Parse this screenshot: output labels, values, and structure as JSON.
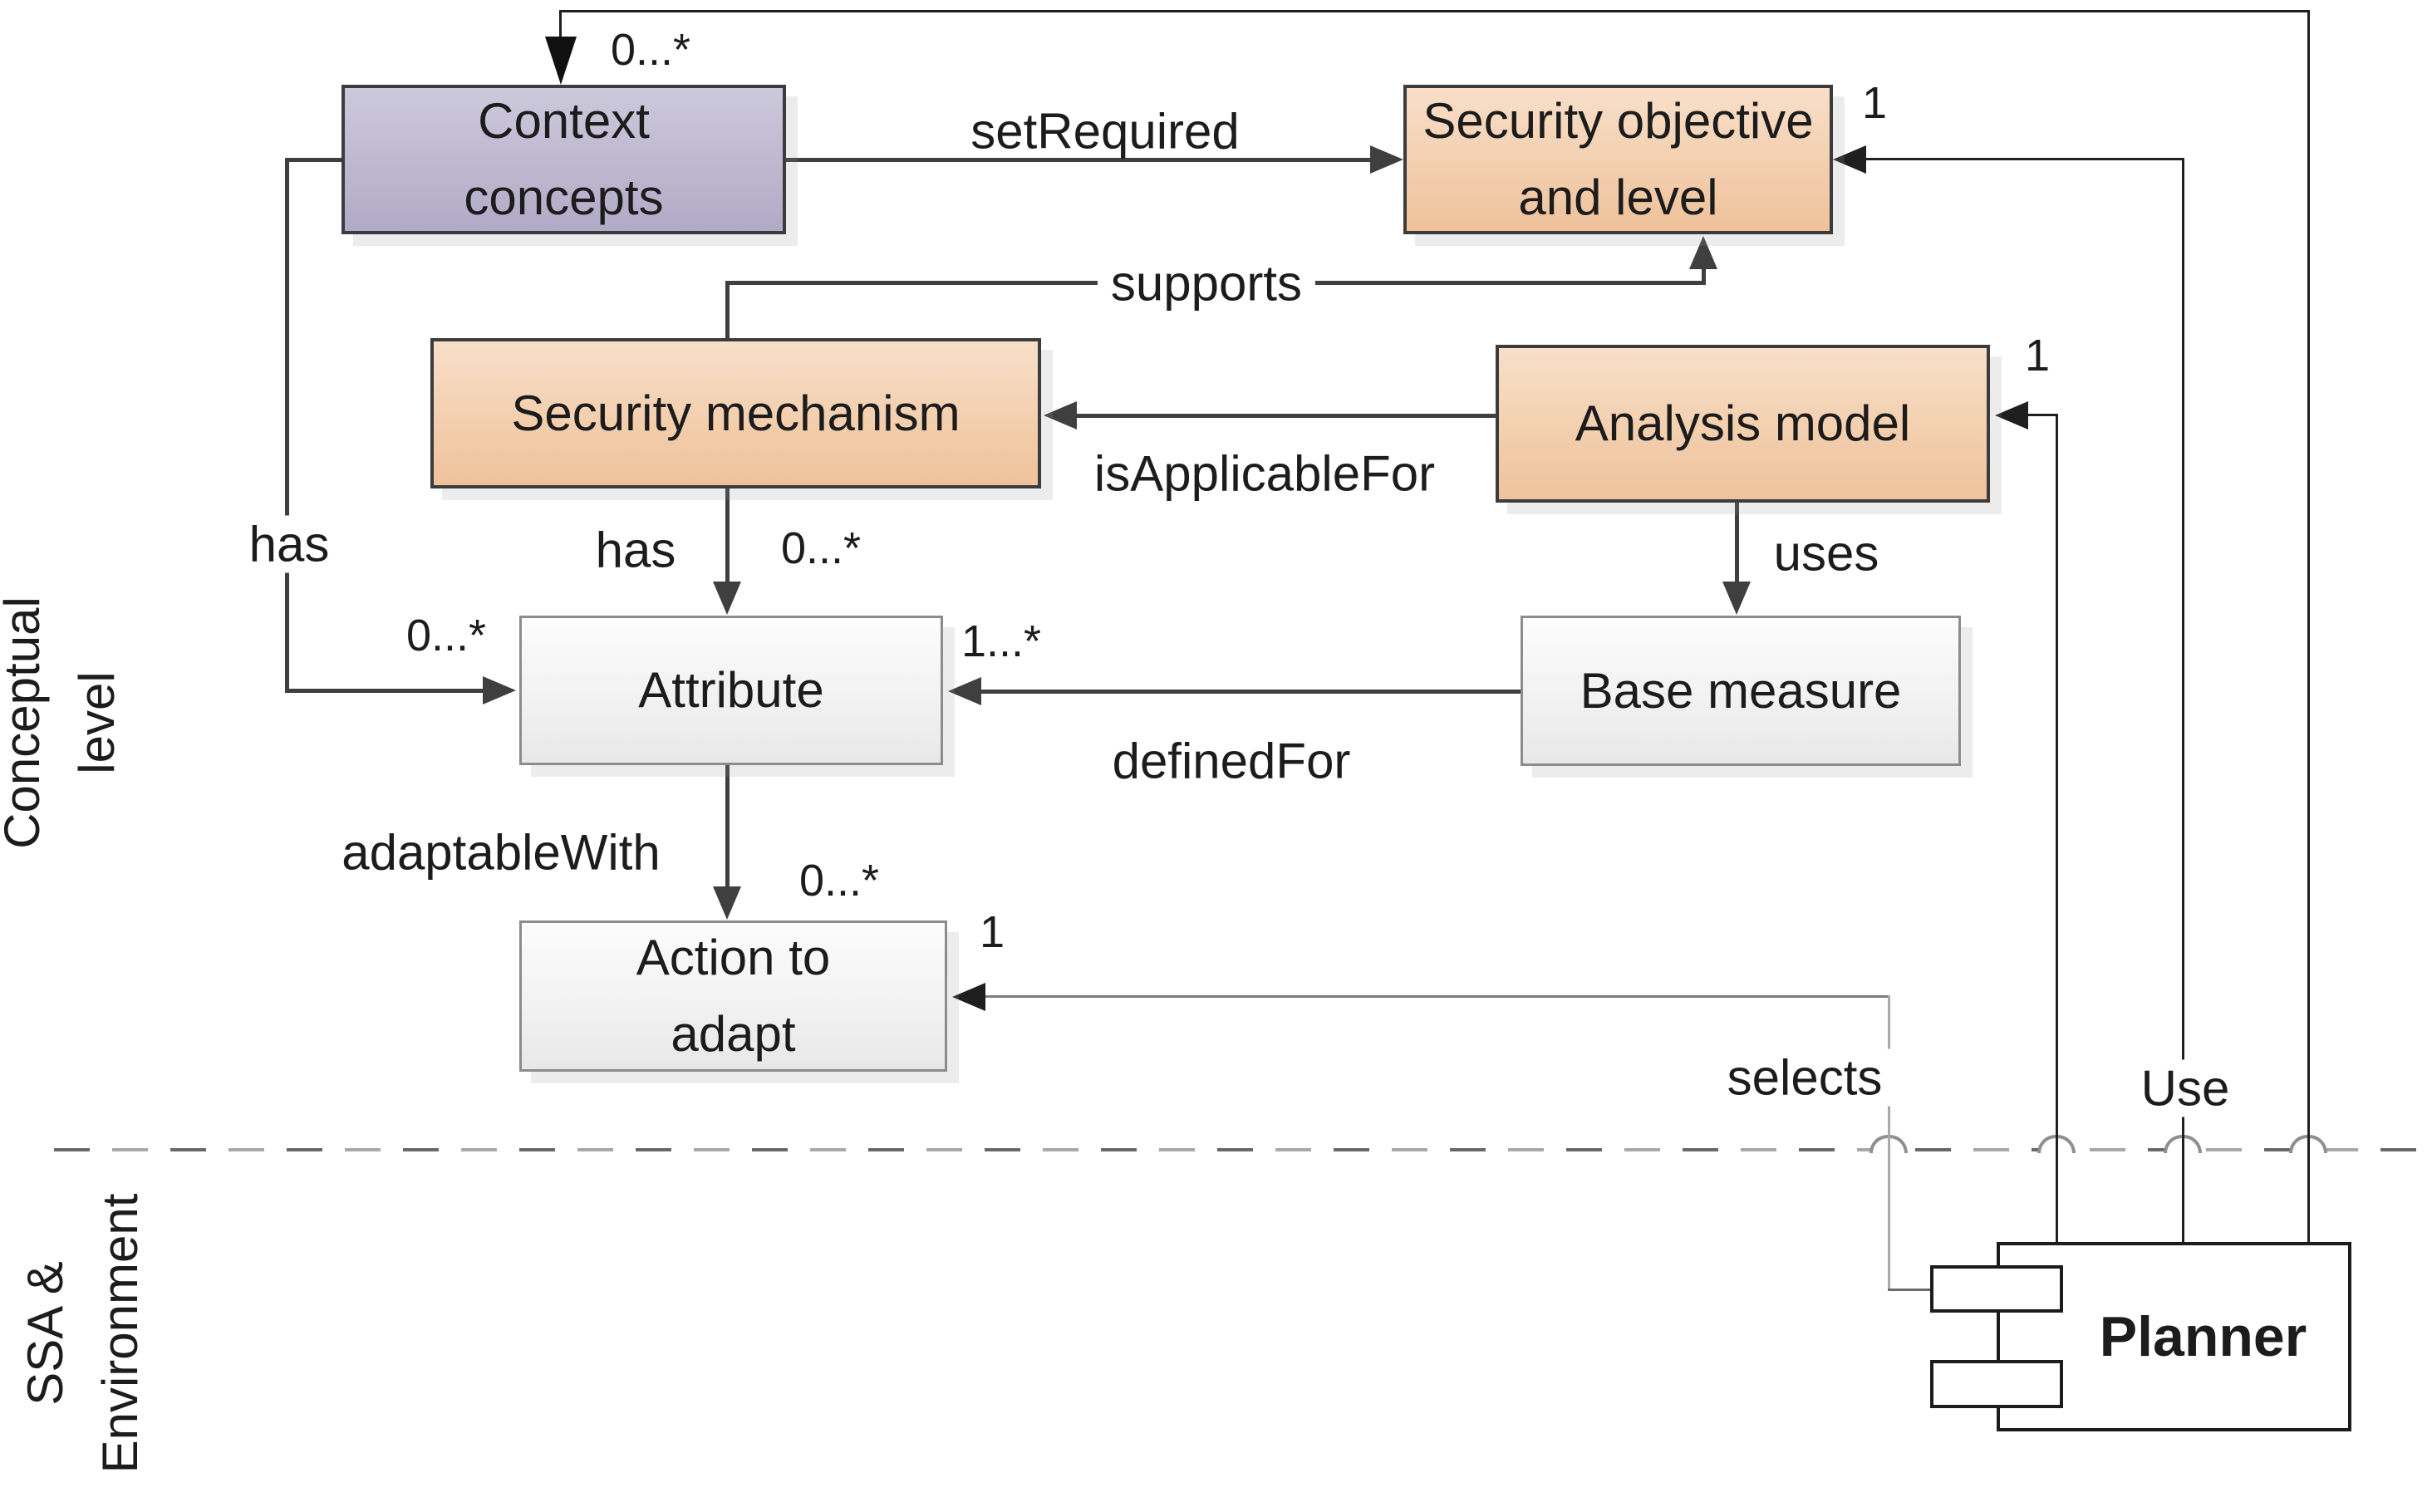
{
  "regions": {
    "conceptual": "Conceptual\nlevel",
    "environment": "SSA &\nEnvironment"
  },
  "nodes": {
    "context": {
      "label": "Context\nconcepts"
    },
    "security_objective": {
      "label": "Security objective\nand level"
    },
    "security_mechanism": {
      "label": "Security mechanism"
    },
    "analysis_model": {
      "label": "Analysis model"
    },
    "attribute": {
      "label": "Attribute"
    },
    "base_measure": {
      "label": "Base measure"
    },
    "action_to_adapt": {
      "label": "Action to\nadapt"
    },
    "planner": {
      "label": "Planner"
    }
  },
  "edges": {
    "set_required": {
      "label": "setRequired"
    },
    "supports": {
      "label": "supports"
    },
    "is_applicable_for": {
      "label": "isApplicableFor"
    },
    "has_context_attribute": {
      "label": "has",
      "multiplicity": "0...*"
    },
    "has_mechanism_attribute": {
      "label": "has",
      "multiplicity": "0...*"
    },
    "uses": {
      "label": "uses"
    },
    "defined_for": {
      "label": "definedFor",
      "multiplicity": "1...*"
    },
    "adaptable_with": {
      "label": "adaptableWith",
      "multiplicity": "0...*"
    },
    "selects": {
      "label": "selects",
      "multiplicity": "1"
    },
    "use_context": {
      "label": "Use",
      "multiplicity": "0...*"
    },
    "use_security_objective": {
      "multiplicity": "1"
    },
    "use_analysis_model": {
      "multiplicity": "1"
    }
  },
  "colors": {
    "orange_box": "#efc29c",
    "purple_box": "#b1aac8",
    "plain_box": "#ededed",
    "relation_line": "#3f3f3f",
    "system_line": "#1f1f1f",
    "boundary_dash": "#8f8f8f"
  }
}
